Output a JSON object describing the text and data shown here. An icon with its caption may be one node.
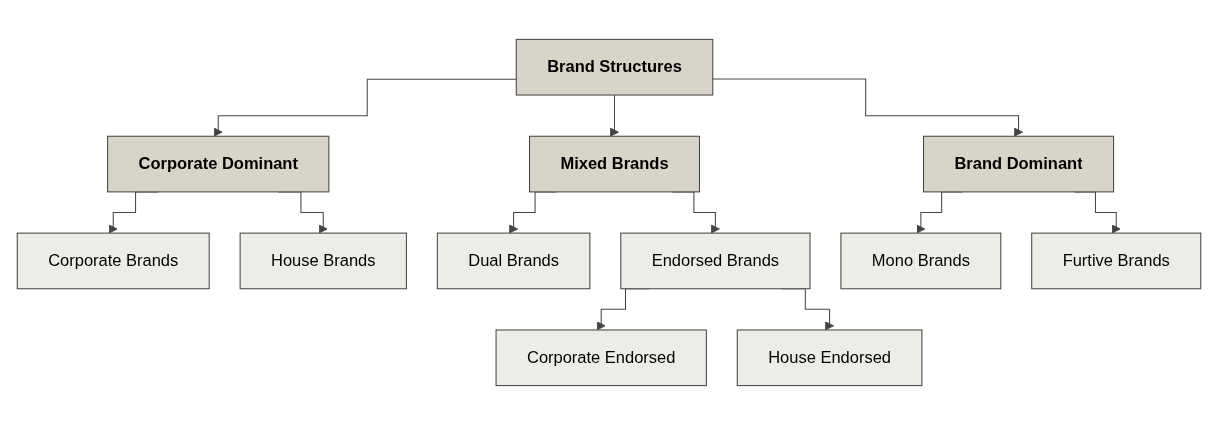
{
  "diagram": {
    "nodes": [
      {
        "text": [
          "Brand Structures"
        ]
      },
      {
        "text": [
          "Corporate Dominant"
        ]
      },
      {
        "text": [
          "Mixed Brands"
        ]
      },
      {
        "text": [
          "Brand Dominant"
        ]
      },
      {
        "text": [
          "Corporate Brands"
        ]
      },
      {
        "text": [
          "House Brands"
        ]
      },
      {
        "text": [
          "Dual Brands"
        ]
      },
      {
        "text": [
          "Endorsed Brands"
        ]
      },
      {
        "text": [
          "Mono Brands"
        ]
      },
      {
        "text": [
          "Furtive Brands"
        ]
      },
      {
        "text": [
          "Corporate Endorsed"
        ]
      },
      {
        "text": [
          "House Endorsed"
        ]
      }
    ],
    "edges": [
      {
        "from": 0,
        "to": 1,
        "arrow": "to"
      },
      {
        "from": 0,
        "to": 2,
        "arrow": "to"
      },
      {
        "from": 0,
        "to": 3,
        "arrow": "to"
      },
      {
        "from": 1,
        "to": 4,
        "arrow": "to"
      },
      {
        "from": 1,
        "to": 5,
        "arrow": "to"
      },
      {
        "from": 2,
        "to": 6,
        "arrow": "to"
      },
      {
        "from": 2,
        "to": 7,
        "arrow": "to"
      },
      {
        "from": 3,
        "to": 8,
        "arrow": "to"
      },
      {
        "from": 3,
        "to": 9,
        "arrow": "to"
      },
      {
        "from": 7,
        "to": 10,
        "arrow": "to"
      },
      {
        "from": 7,
        "to": 11,
        "arrow": "to"
      }
    ]
  }
}
